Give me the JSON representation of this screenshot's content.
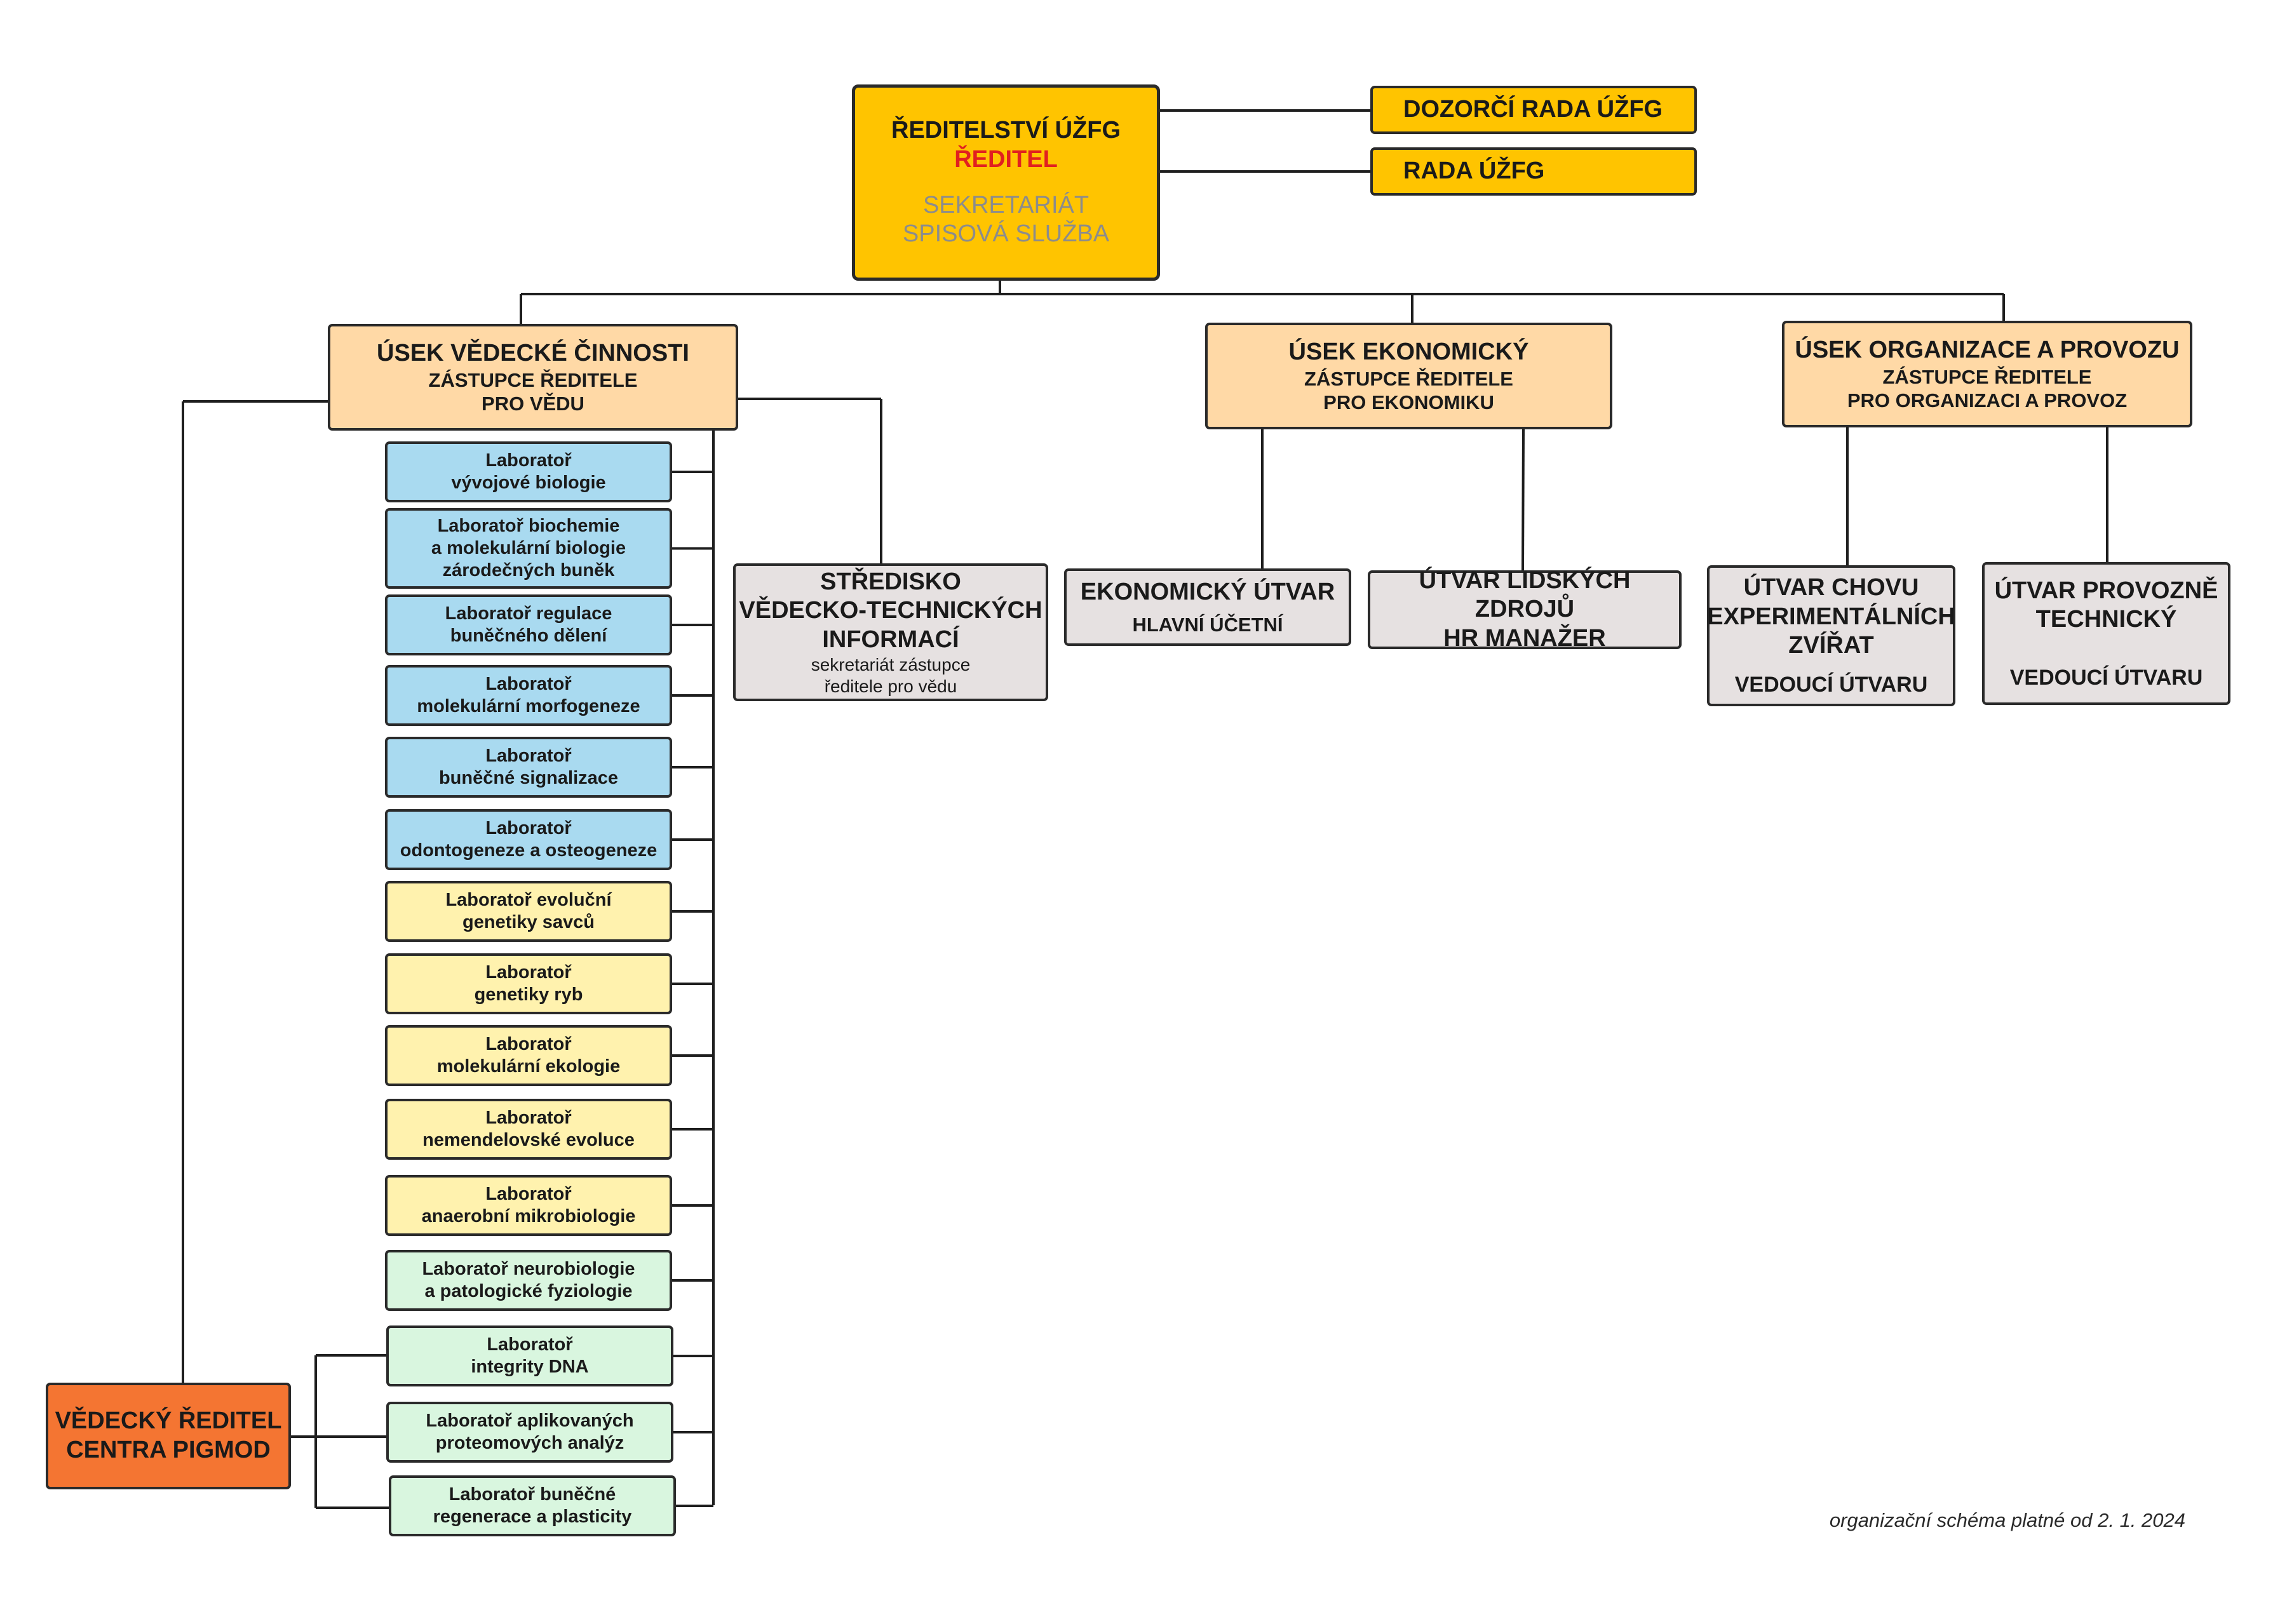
{
  "director_office": {
    "title": "ŘEDITELSTVÍ ÚŽFG",
    "role": "ŘEDITEL",
    "line1": "SEKRETARIÁT",
    "line2": "SPISOVÁ SLUŽBA"
  },
  "supervisory_board": "DOZORČÍ RADA ÚŽFG",
  "institute_board": "RADA ÚŽFG",
  "divisions": {
    "science": {
      "title": "ÚSEK VĚDECKÉ ČINNOSTI",
      "line1": "ZÁSTUPCE ŘEDITELE",
      "line2": "PRO VĚDU"
    },
    "economic": {
      "title": "ÚSEK EKONOMICKÝ",
      "line1": "ZÁSTUPCE ŘEDITELE",
      "line2": "PRO EKONOMIKU"
    },
    "organization": {
      "title": "ÚSEK ORGANIZACE A PROVOZU",
      "line1": "ZÁSTUPCE ŘEDITELE",
      "line2": "PRO ORGANIZACI A PROVOZ"
    }
  },
  "info_center": {
    "line1": "STŘEDISKO",
    "line2": "VĚDECKO-TECHNICKÝCH",
    "line3": "INFORMACÍ",
    "sub1": "sekretariát zástupce",
    "sub2": "ředitele pro vědu"
  },
  "units": {
    "economic_unit": {
      "title": "EKONOMICKÝ ÚTVAR",
      "sub": "HLAVNÍ ÚČETNÍ"
    },
    "hr_unit": {
      "title": "ÚTVAR LIDSKÝCH ZDROJŮ",
      "sub": "HR MANAŽER"
    },
    "animal_unit": {
      "line1": "ÚTVAR CHOVU",
      "line2": "EXPERIMENTÁLNÍCH",
      "line3": "ZVÍŘAT",
      "sub": "VEDOUCÍ ÚTVARU"
    },
    "tech_unit": {
      "line1": "ÚTVAR PROVOZNĚ",
      "line2": "TECHNICKÝ",
      "sub": "VEDOUCÍ ÚTVARU"
    }
  },
  "pigmod": {
    "line1": "VĚDECKÝ ŘEDITEL",
    "line2": "CENTRA PIGMOD"
  },
  "labs": [
    {
      "line1": "Laboratoř",
      "line2": "vývojové biologie"
    },
    {
      "line1": "Laboratoř biochemie",
      "line2": "a molekulární biologie",
      "line3": "zárodečných buněk"
    },
    {
      "line1": "Laboratoř regulace",
      "line2": "buněčného dělení"
    },
    {
      "line1": "Laboratoř",
      "line2": "molekulární morfogeneze"
    },
    {
      "line1": "Laboratoř",
      "line2": "buněčné signalizace"
    },
    {
      "line1": "Laboratoř",
      "line2": "odontogeneze a osteogeneze"
    },
    {
      "line1": "Laboratoř evoluční",
      "line2": "genetiky savců"
    },
    {
      "line1": "Laboratoř",
      "line2": "genetiky ryb"
    },
    {
      "line1": "Laboratoř",
      "line2": "molekulární ekologie"
    },
    {
      "line1": "Laboratoř",
      "line2": "nemendelovské evoluce"
    },
    {
      "line1": "Laboratoř",
      "line2": "anaerobní mikrobiologie"
    },
    {
      "line1": "Laboratoř  neurobiologie",
      "line2": "a patologické fyziologie"
    },
    {
      "line1": "Laboratoř",
      "line2": "integrity DNA"
    },
    {
      "line1": "Laboratoř aplikovaných",
      "line2": "proteomových analýz"
    },
    {
      "line1": "Laboratoř buněčné",
      "line2": "regenerace a plasticity"
    }
  ],
  "validity_note": "organizační schéma platné od 2. 1. 2024",
  "colors": {
    "director": "#ffc400",
    "division": "#ffd9a6",
    "unit": "#e6e1e1",
    "lab_blue": "#a9daf0",
    "lab_yellow": "#fff2ae",
    "lab_green": "#d9f6df",
    "pigmod": "#f47532",
    "director_role_text": "#e12020"
  }
}
